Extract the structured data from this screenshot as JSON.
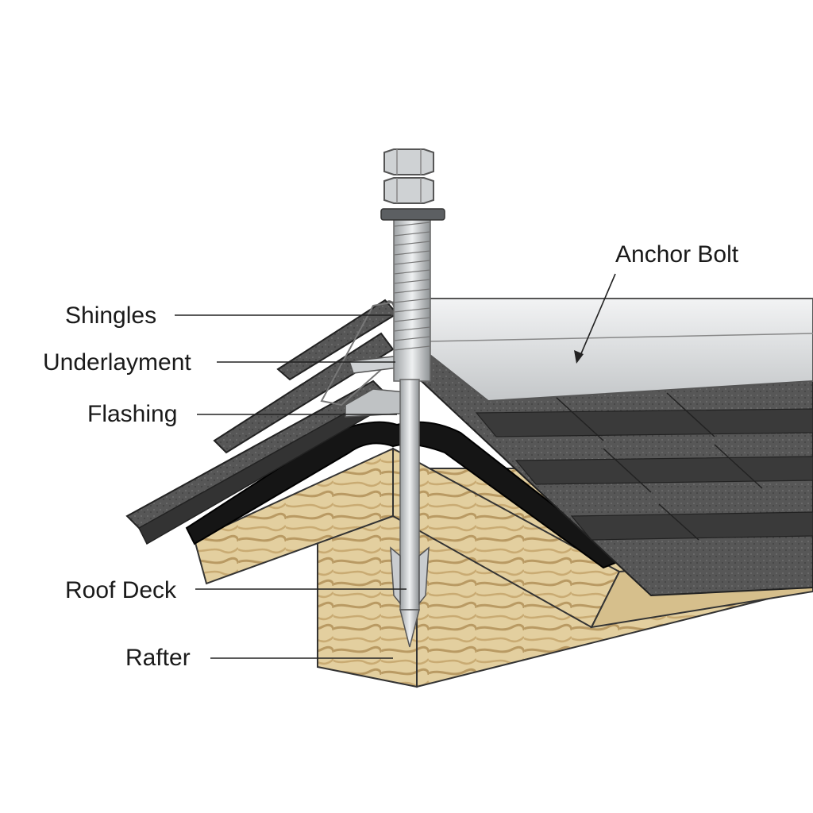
{
  "labels": {
    "shingles": "Shingles",
    "underlayment": "Underlayment",
    "flashing": "Flashing",
    "roof_deck": "Roof Deck",
    "rafter": "Rafter",
    "anchor_bolt": "Anchor Bolt"
  },
  "colors": {
    "shingle": "#4a4a4a",
    "shingle_dark": "#2f2f2f",
    "underlayment": "#151515",
    "wood": "#e3cf9f",
    "wood_grain": "#b99a63",
    "metal": "#cfd2d4",
    "metal_dark": "#8d9194"
  }
}
